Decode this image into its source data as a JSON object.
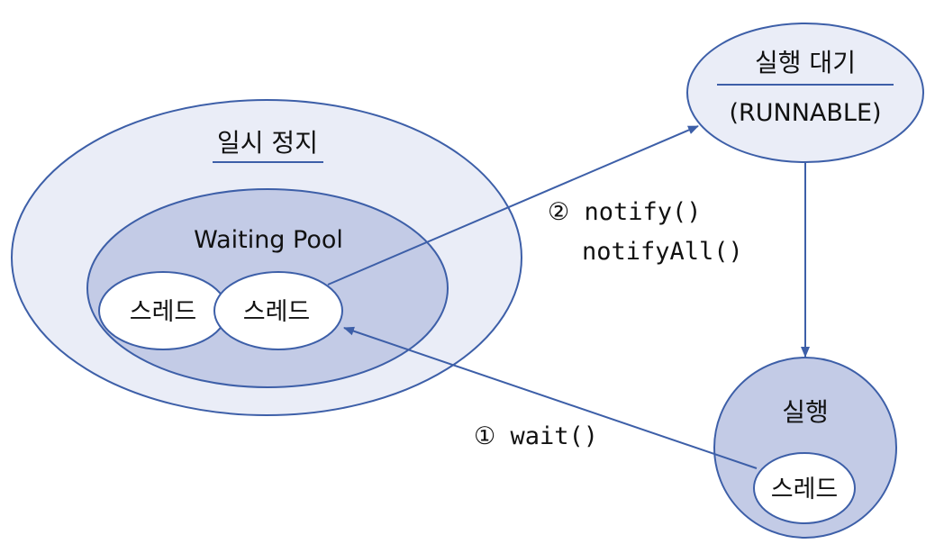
{
  "diagram": {
    "pause_title": "일시 정지",
    "waiting_pool_label": "Waiting Pool",
    "pool_thread_1": "스레드",
    "pool_thread_2": "스레드",
    "runnable_title": "실행 대기",
    "runnable_subtitle": "(RUNNABLE)",
    "running_title": "실행",
    "running_thread": "스레드",
    "notify_label": "② notify()",
    "notify_all_label": "notifyAll()",
    "wait_label": "① wait()"
  },
  "colors": {
    "stroke": "#3d5fa8",
    "outer_fill": "#eaedf7",
    "inner_fill": "#c3cbe6",
    "white": "#ffffff",
    "text": "#111111"
  }
}
